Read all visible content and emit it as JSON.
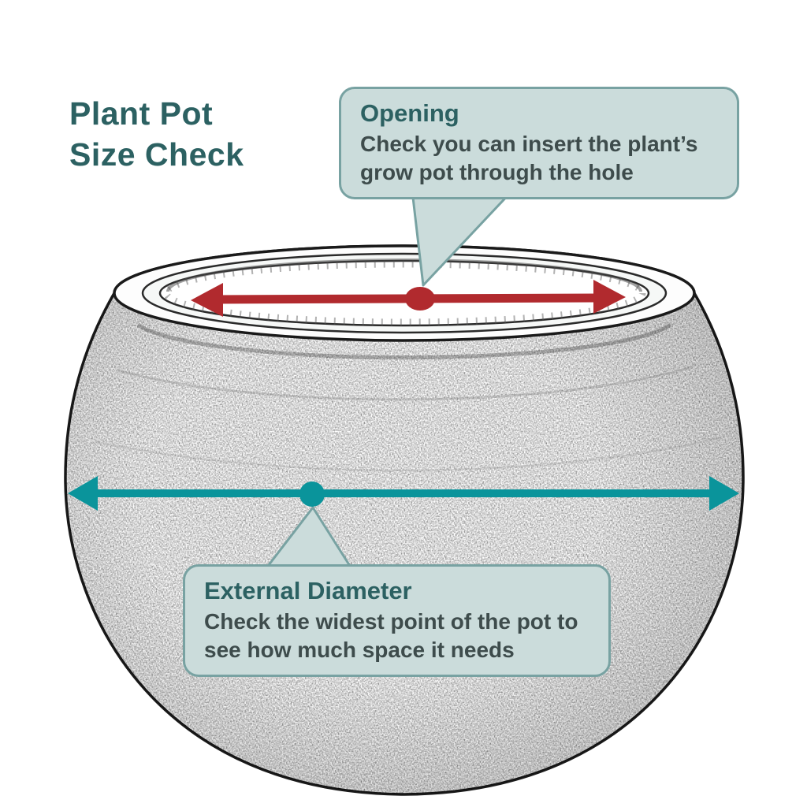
{
  "title": {
    "line1": "Plant Pot",
    "line2": "Size Check"
  },
  "callouts": {
    "opening": {
      "heading": "Opening",
      "body": "Check you can insert the plant’s grow pot through the hole"
    },
    "external": {
      "heading": "External Diameter",
      "body": "Check the widest point of the pot to see how much space it needs"
    }
  },
  "colors": {
    "title_color": "#2c6162",
    "callout_bg": "#cbdcdb",
    "callout_border": "#78a2a2",
    "callout_heading": "#2c6162",
    "callout_body": "#3e4c4c",
    "opening_arrow": "#b12a2e",
    "external_arrow": "#0a949b",
    "pot_line": "#1a1a1a"
  }
}
